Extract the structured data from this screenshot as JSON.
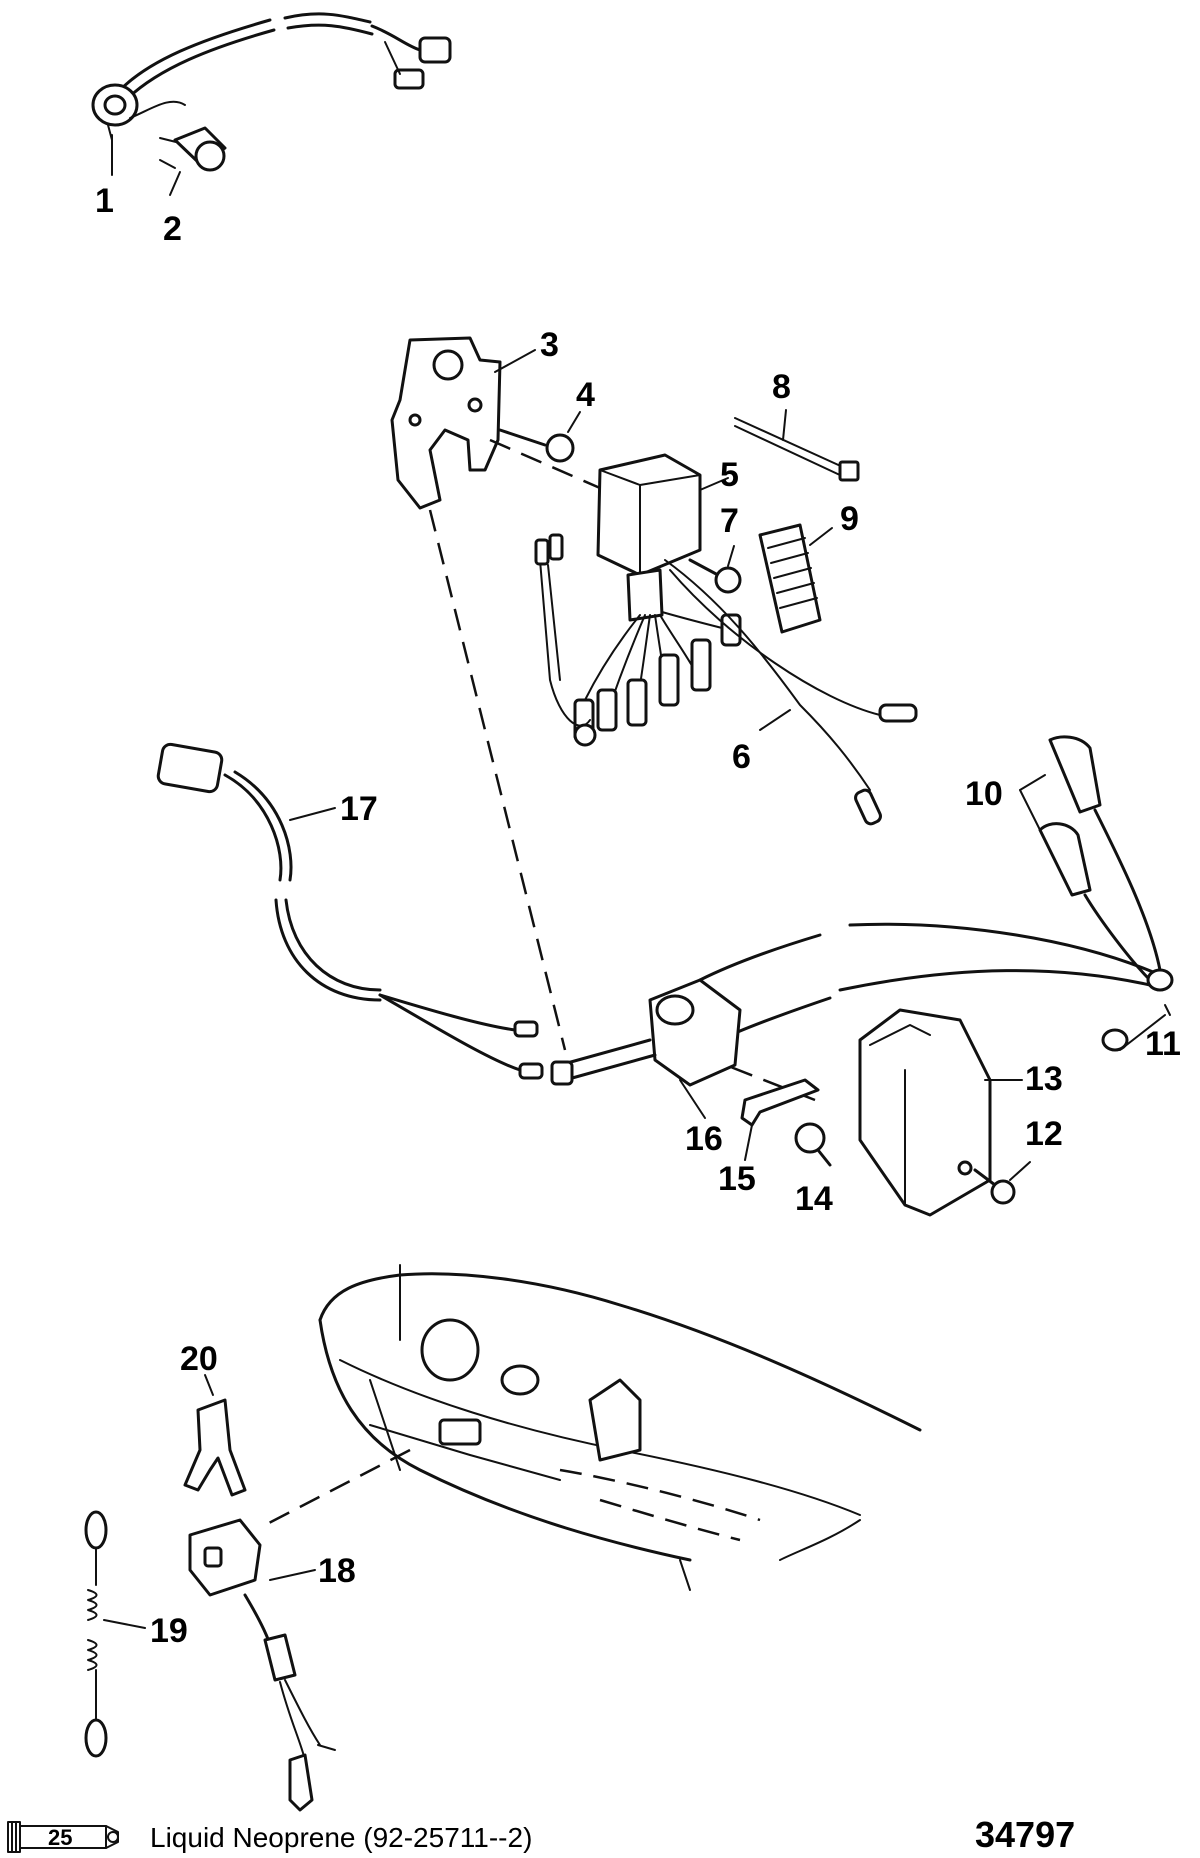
{
  "callouts": {
    "c1": "1",
    "c2": "2",
    "c3": "3",
    "c4": "4",
    "c5": "5",
    "c6": "6",
    "c7": "7",
    "c8": "8",
    "c9": "9",
    "c10": "10",
    "c11": "11",
    "c12": "12",
    "c13": "13",
    "c14": "14",
    "c15": "15",
    "c16": "16",
    "c17": "17",
    "c18": "18",
    "c19": "19",
    "c20": "20"
  },
  "footer": {
    "sealant_ref": "25",
    "sealant_label": "Liquid Neoprene (92-25711--2)",
    "drawing_number": "34797"
  }
}
